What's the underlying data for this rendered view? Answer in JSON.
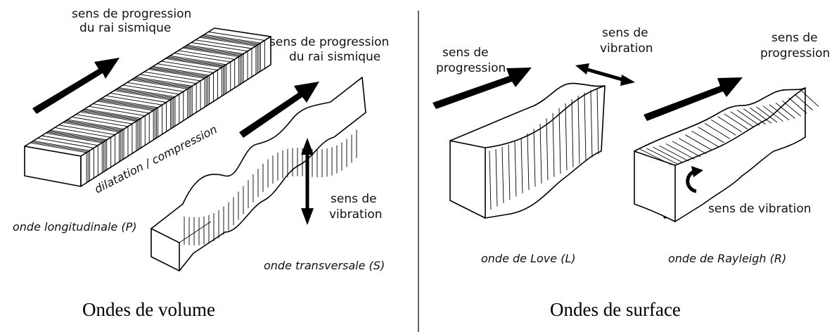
{
  "volume": {
    "caption": "Ondes de volume",
    "p_wave": {
      "progression_label": [
        "sens de progression",
        "du rai sismique"
      ],
      "dilatation_label": "dilatation / compression",
      "wave_label": "onde longitudinale (P)"
    },
    "s_wave": {
      "progression_label": [
        "sens de progression",
        "du rai sismique"
      ],
      "vibration_label": [
        "sens de",
        "vibration"
      ],
      "wave_label": "onde transversale (S)"
    }
  },
  "surface": {
    "caption": "Ondes de surface",
    "love_wave": {
      "progression_label": [
        "sens de",
        "progression"
      ],
      "vibration_label": [
        "sens de",
        "vibration"
      ],
      "wave_label": "onde de Love (L)"
    },
    "rayleigh_wave": {
      "progression_label": [
        "sens de",
        "progression"
      ],
      "vibration_label": "sens de vibration",
      "wave_label": "onde de Rayleigh (R)"
    }
  },
  "colors": {
    "ink": "#000000",
    "background": "#ffffff"
  }
}
